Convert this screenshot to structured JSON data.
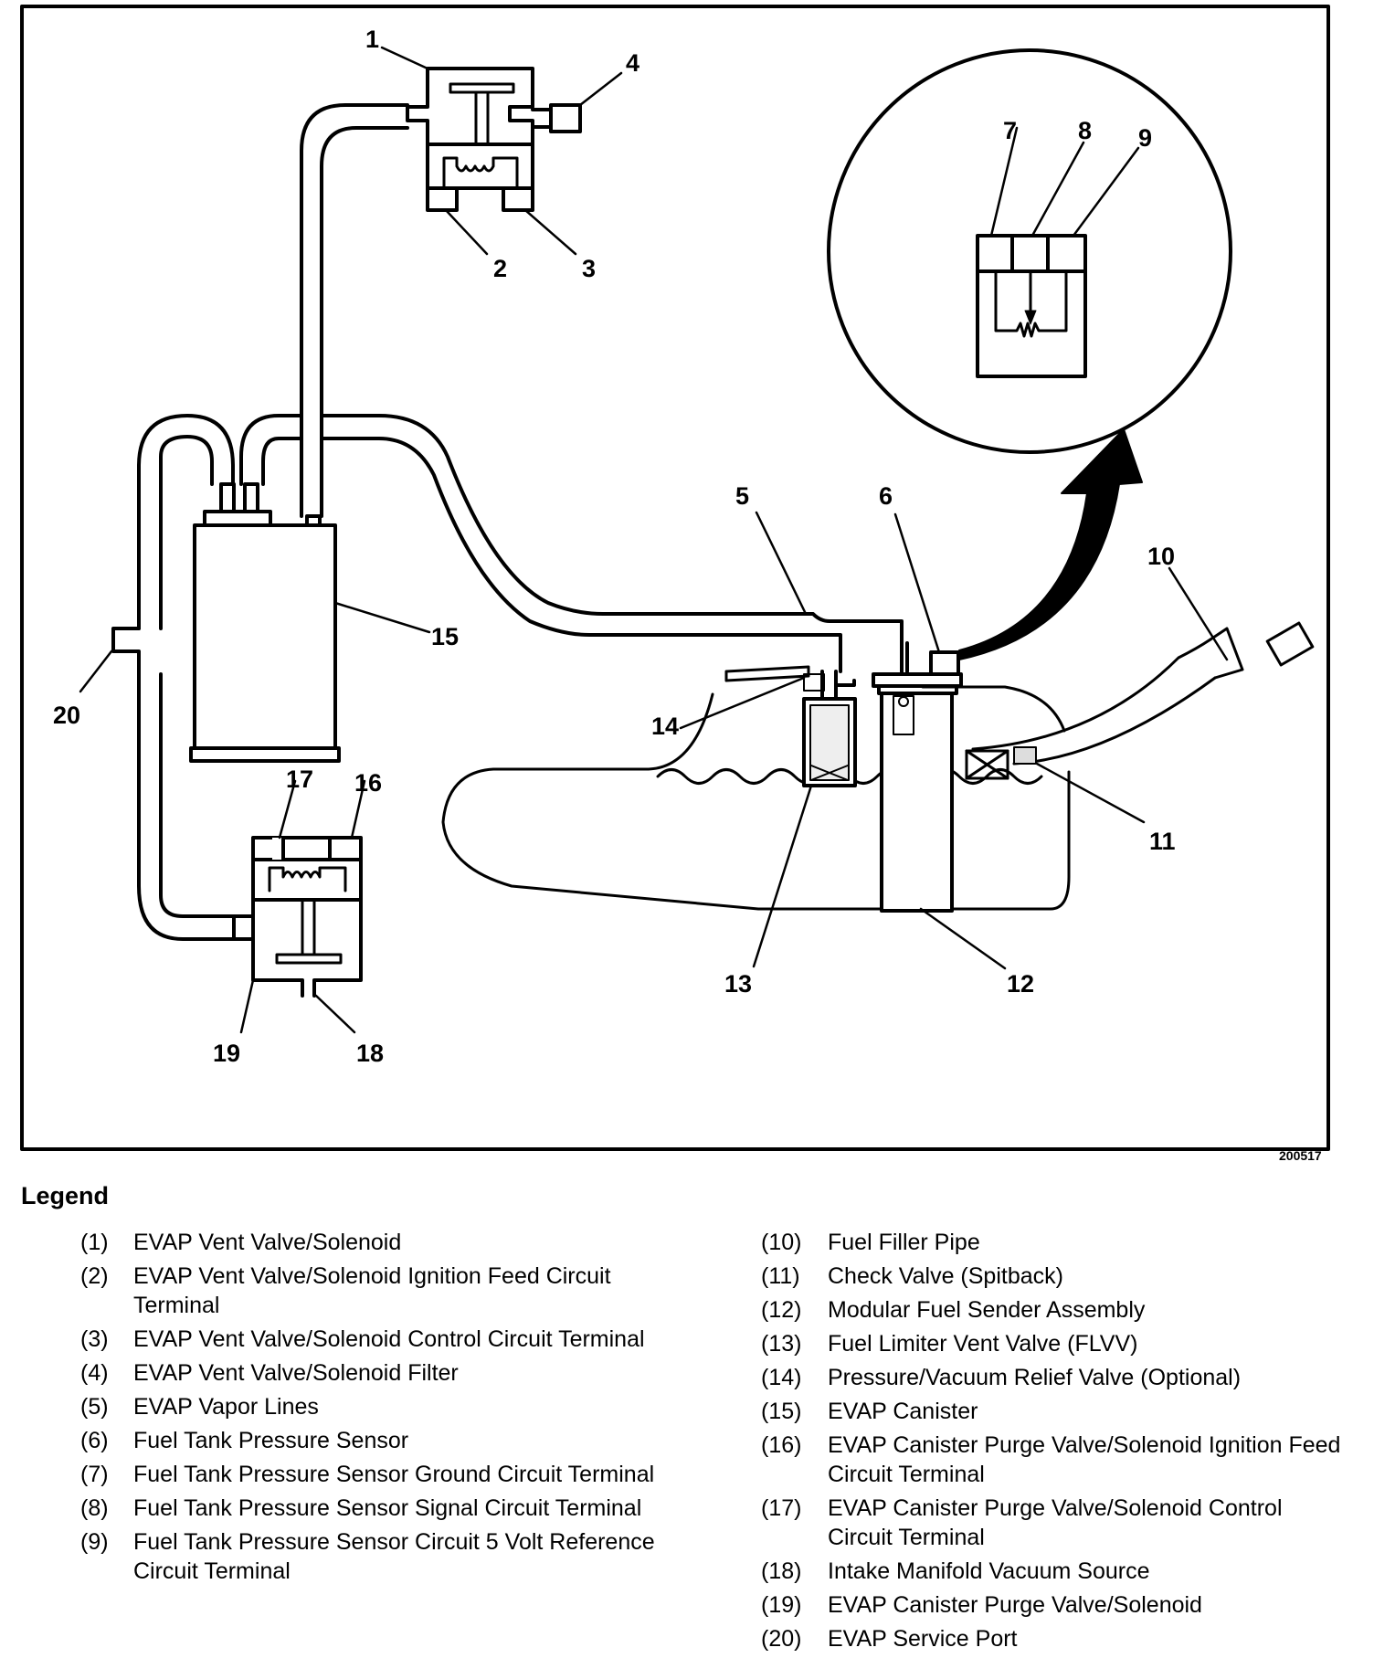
{
  "figure": {
    "id": "200517",
    "callouts": [
      "1",
      "2",
      "3",
      "4",
      "5",
      "6",
      "7",
      "8",
      "9",
      "10",
      "11",
      "12",
      "13",
      "14",
      "15",
      "16",
      "17",
      "18",
      "19",
      "20"
    ]
  },
  "legend": {
    "title": "Legend",
    "left": [
      {
        "num": "(1)",
        "text": "EVAP Vent Valve/Solenoid"
      },
      {
        "num": "(2)",
        "text": "EVAP Vent Valve/Solenoid Ignition Feed Circuit Terminal"
      },
      {
        "num": "(3)",
        "text": "EVAP Vent Valve/Solenoid Control Circuit Terminal"
      },
      {
        "num": "(4)",
        "text": "EVAP Vent Valve/Solenoid Filter"
      },
      {
        "num": "(5)",
        "text": "EVAP Vapor Lines"
      },
      {
        "num": "(6)",
        "text": "Fuel Tank Pressure Sensor"
      },
      {
        "num": "(7)",
        "text": "Fuel Tank Pressure Sensor Ground Circuit Terminal"
      },
      {
        "num": "(8)",
        "text": "Fuel Tank Pressure Sensor Signal Circuit Terminal"
      },
      {
        "num": "(9)",
        "text": "Fuel Tank Pressure Sensor Circuit 5 Volt Reference Circuit Terminal"
      }
    ],
    "right": [
      {
        "num": "(10)",
        "text": "Fuel Filler Pipe"
      },
      {
        "num": "(11)",
        "text": "Check Valve (Spitback)"
      },
      {
        "num": "(12)",
        "text": "Modular Fuel Sender Assembly"
      },
      {
        "num": "(13)",
        "text": "Fuel Limiter Vent Valve (FLVV)"
      },
      {
        "num": "(14)",
        "text": "Pressure/Vacuum Relief Valve (Optional)"
      },
      {
        "num": "(15)",
        "text": "EVAP Canister"
      },
      {
        "num": "(16)",
        "text": "EVAP Canister Purge Valve/Solenoid Ignition Feed Circuit Terminal"
      },
      {
        "num": "(17)",
        "text": "EVAP Canister Purge Valve/Solenoid Control Circuit Terminal"
      },
      {
        "num": "(18)",
        "text": "Intake Manifold Vacuum Source"
      },
      {
        "num": "(19)",
        "text": "EVAP Canister Purge Valve/Solenoid"
      },
      {
        "num": "(20)",
        "text": "EVAP Service Port"
      }
    ]
  }
}
